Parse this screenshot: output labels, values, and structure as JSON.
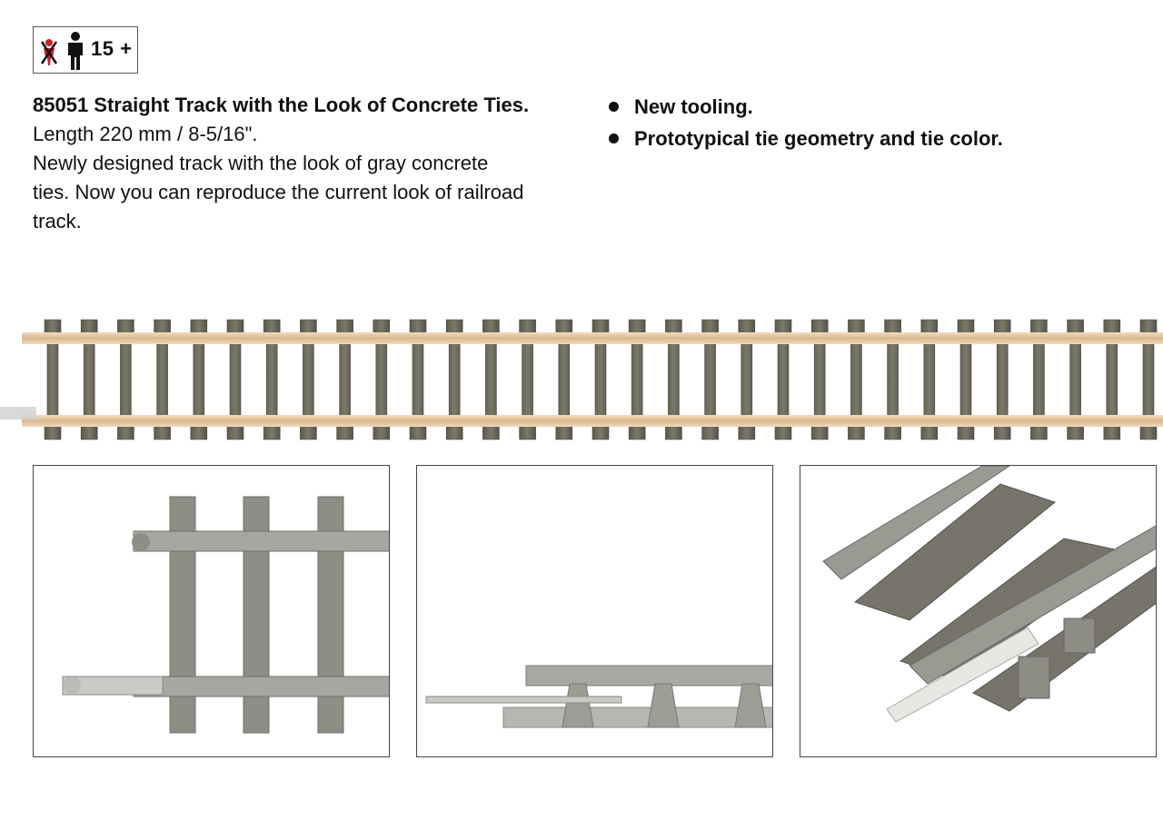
{
  "age_badge": {
    "label": "15 +",
    "icon_names": [
      "child-crossed-icon",
      "person-icon"
    ],
    "warning_color": "#c8202a"
  },
  "product": {
    "title": "85051 Straight Track with the Look of Concrete Ties.",
    "length": "Length 220 mm / 8-5/16\".",
    "description_lines": [
      "Newly designed track with the look of gray concrete",
      "ties. Now you can reproduce the current look of railroad",
      "track."
    ]
  },
  "features": [
    "New tooling.",
    "Prototypical tie geometry and tie color."
  ],
  "colors": {
    "tie": "#6e6c5c",
    "rail": "#e2c7a4",
    "detail_gray": "#9a9a95"
  },
  "detail_views": [
    "top-view",
    "side-view",
    "perspective-view"
  ]
}
